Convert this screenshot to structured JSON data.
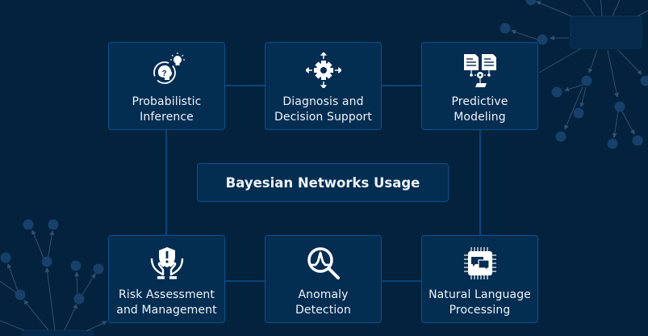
{
  "title": "Bayesian Networks Usage",
  "colors": {
    "background": "#03223d",
    "card_fill": "#042d52",
    "card_border": "#0a5290",
    "connector": "#0a5290",
    "text": "#eef3f8",
    "decor_node": "#17406a",
    "decor_line": "#2f5272"
  },
  "cards": [
    {
      "id": "probabilistic-inference",
      "label_line1": "Probabilistic",
      "label_line2": "Inference",
      "icon": "brain-question-lightbulb-icon"
    },
    {
      "id": "diagnosis-decision-support",
      "label_line1": "Diagnosis and",
      "label_line2": "Decision Support",
      "icon": "gear-arrows-icon"
    },
    {
      "id": "predictive-modeling",
      "label_line1": "Predictive",
      "label_line2": "Modeling",
      "icon": "documents-gear-icon"
    },
    {
      "id": "risk-assessment-management",
      "label_line1": "Risk Assessment",
      "label_line2": "and Management",
      "icon": "shield-hands-icon"
    },
    {
      "id": "anomaly-detection",
      "label_line1": "Anomaly",
      "label_line2": "Detection",
      "icon": "magnifier-spike-icon"
    },
    {
      "id": "natural-language-processing",
      "label_line1": "Natural Language",
      "label_line2": "Processing",
      "icon": "chip-chat-icon"
    }
  ]
}
